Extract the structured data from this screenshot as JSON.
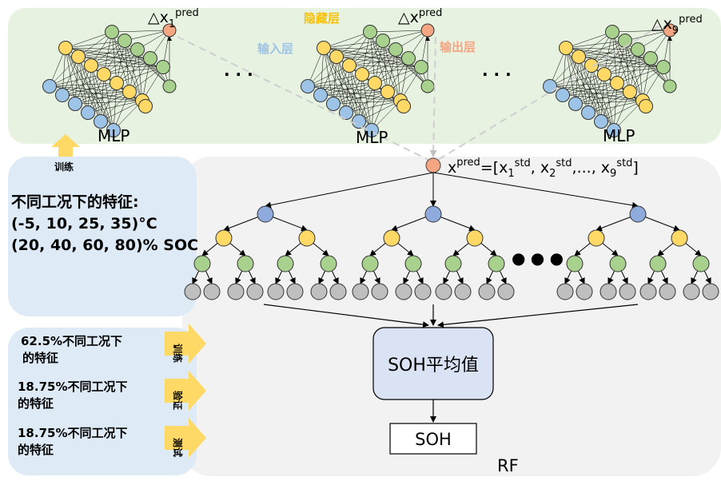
{
  "mlp": {
    "delta_label": "△x",
    "delta_subs": [
      "1",
      "",
      "9"
    ],
    "pred_sup": "pred",
    "mlp_label": "MLP",
    "hidden_label": "隐藏层",
    "input_label": "输入层",
    "output_label": "输出层",
    "ellipsis": "· · ·"
  },
  "train_arrow_label": "训练",
  "features": {
    "title": "不同工况下的特征:",
    "temps": "(-5, 10, 25, 35)°C",
    "soc": "(20, 40, 60, 80)% SOC"
  },
  "splits": [
    {
      "pct": "62.5%不同工况下",
      "line2": "的特征",
      "action": "训练"
    },
    {
      "pct": "18.75%不同工况下",
      "line2": "的特征",
      "action": "验证"
    },
    {
      "pct": "18.75%不同工况下",
      "line2": "的特征",
      "action": "测试"
    }
  ],
  "rf": {
    "xpred_main": "x",
    "xpred_sup": "pred",
    "vector_eq": "=[x",
    "std_sup": "std",
    "vector_tail": ", x",
    "vector_dots": ",..., x",
    "vector_close": "]",
    "sub1": "1",
    "sub2": "2",
    "sub9": "9",
    "dots": "● ● ●",
    "avg_label": "SOH平均值",
    "soh_label": "SOH",
    "rf_label": "RF"
  },
  "colors": {
    "input_node": "#9dc3e6",
    "hidden_node": "#ffd966",
    "output_node": "#f4a582",
    "mlp_out_node": "#a9d18e",
    "root_node": "#8faadc",
    "leaf_node": "#bfbfbf",
    "mlp_bg": "#e8f2e1",
    "rf_bg": "#f2f2f2",
    "feature_bg": "#deebf7",
    "arrow_fill": "#ffd966",
    "avg_box": "#dae3f3"
  }
}
